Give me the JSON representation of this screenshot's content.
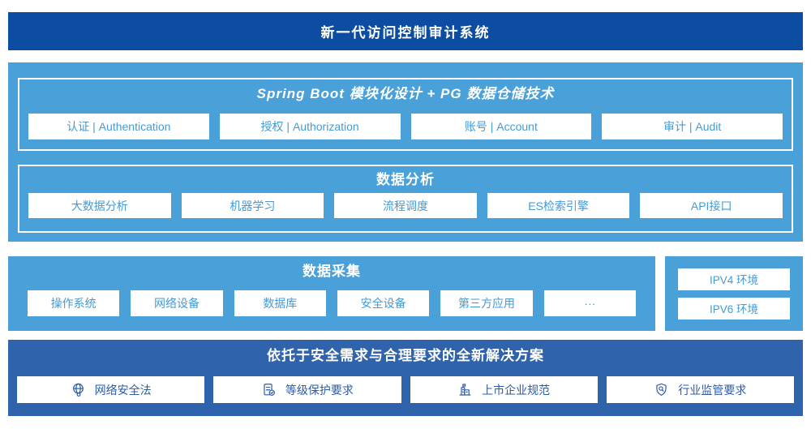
{
  "colors": {
    "banner_bg": "#0c4da2",
    "section_light_bg": "#4aa0d8",
    "solution_bg": "#2f63ac",
    "chip_bg": "#ffffff",
    "chip_text_light": "#449bd6",
    "chip_text_dark": "#2d5ba7",
    "heading_text": "#ffffff"
  },
  "banner": {
    "title": "新一代访问控制审计系统"
  },
  "platform": {
    "modules": {
      "title": "Spring Boot 模块化设计 + PG 数据仓储技术",
      "items": [
        "认证 | Authentication",
        "授权 | Authorization",
        "账号 | Account",
        "审计 | Audit"
      ]
    },
    "analysis": {
      "title": "数据分析",
      "items": [
        "大数据分析",
        "机器学习",
        "流程调度",
        "ES检索引擎",
        "API接口"
      ]
    }
  },
  "collection": {
    "title": "数据采集",
    "items": [
      "操作系统",
      "网络设备",
      "数据库",
      "安全设备",
      "第三方应用",
      "···"
    ]
  },
  "environments": {
    "items": [
      "IPV4 环境",
      "IPV6 环境"
    ]
  },
  "solution": {
    "title": "依托于安全需求与合理要求的全新解决方案",
    "items": [
      {
        "icon": "globe-network-icon",
        "label": "网络安全法"
      },
      {
        "icon": "document-check-icon",
        "label": "等级保护要求"
      },
      {
        "icon": "building-icon",
        "label": "上市企业规范"
      },
      {
        "icon": "shield-search-icon",
        "label": "行业监管要求"
      }
    ]
  }
}
